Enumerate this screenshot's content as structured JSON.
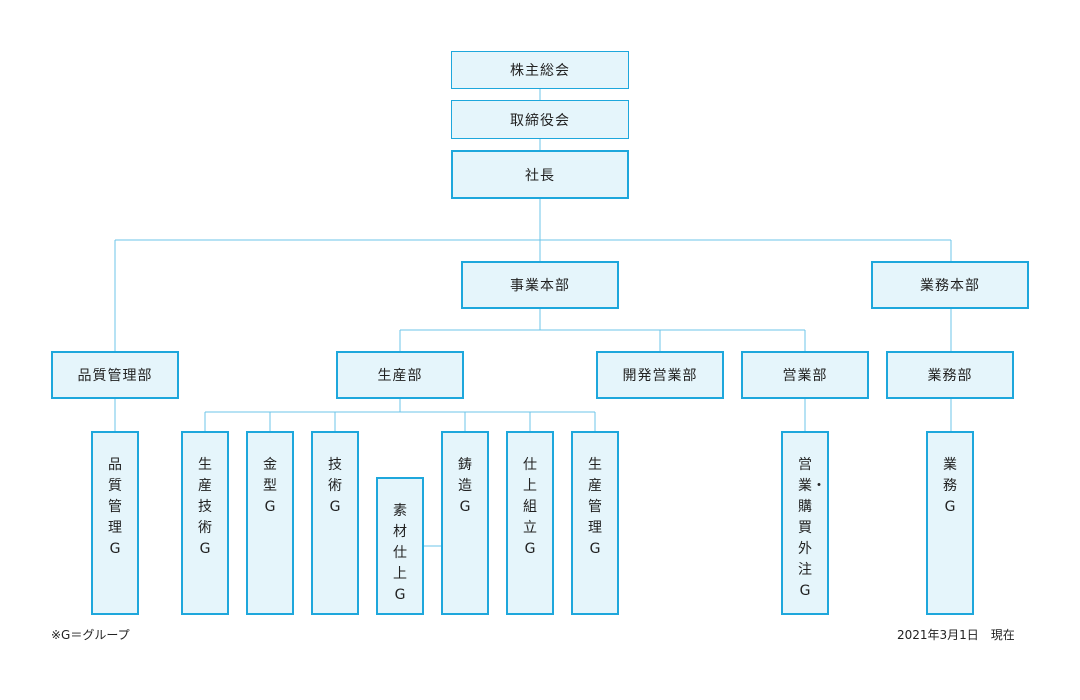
{
  "org": {
    "shareholders": "株主総会",
    "board": "取締役会",
    "president": "社長",
    "business_hq": "事業本部",
    "operations_hq": "業務本部",
    "quality_dept": "品質管理部",
    "production_dept": "生産部",
    "development_dept": "開発営業部",
    "sales_dept": "営業部",
    "operations_dept": "業務部",
    "groups": {
      "quality_control": "品質管理G",
      "production_engineering": "生産技術G",
      "mold": "金型G",
      "technology": "技術G",
      "material_finishing": "素材仕上G",
      "casting": "鋳造G",
      "finishing_assembly": "仕上組立G",
      "production_control": "生産管理G",
      "sales_purchasing": "営業・購買外注G",
      "operations": "業務G"
    }
  },
  "notes": {
    "legend": "※G＝グループ",
    "date": "2021年3月1日　現在"
  },
  "colors": {
    "box_fill": "#e5f5fb",
    "border": "#1ea7dc",
    "connector": "#6cc4e8"
  }
}
